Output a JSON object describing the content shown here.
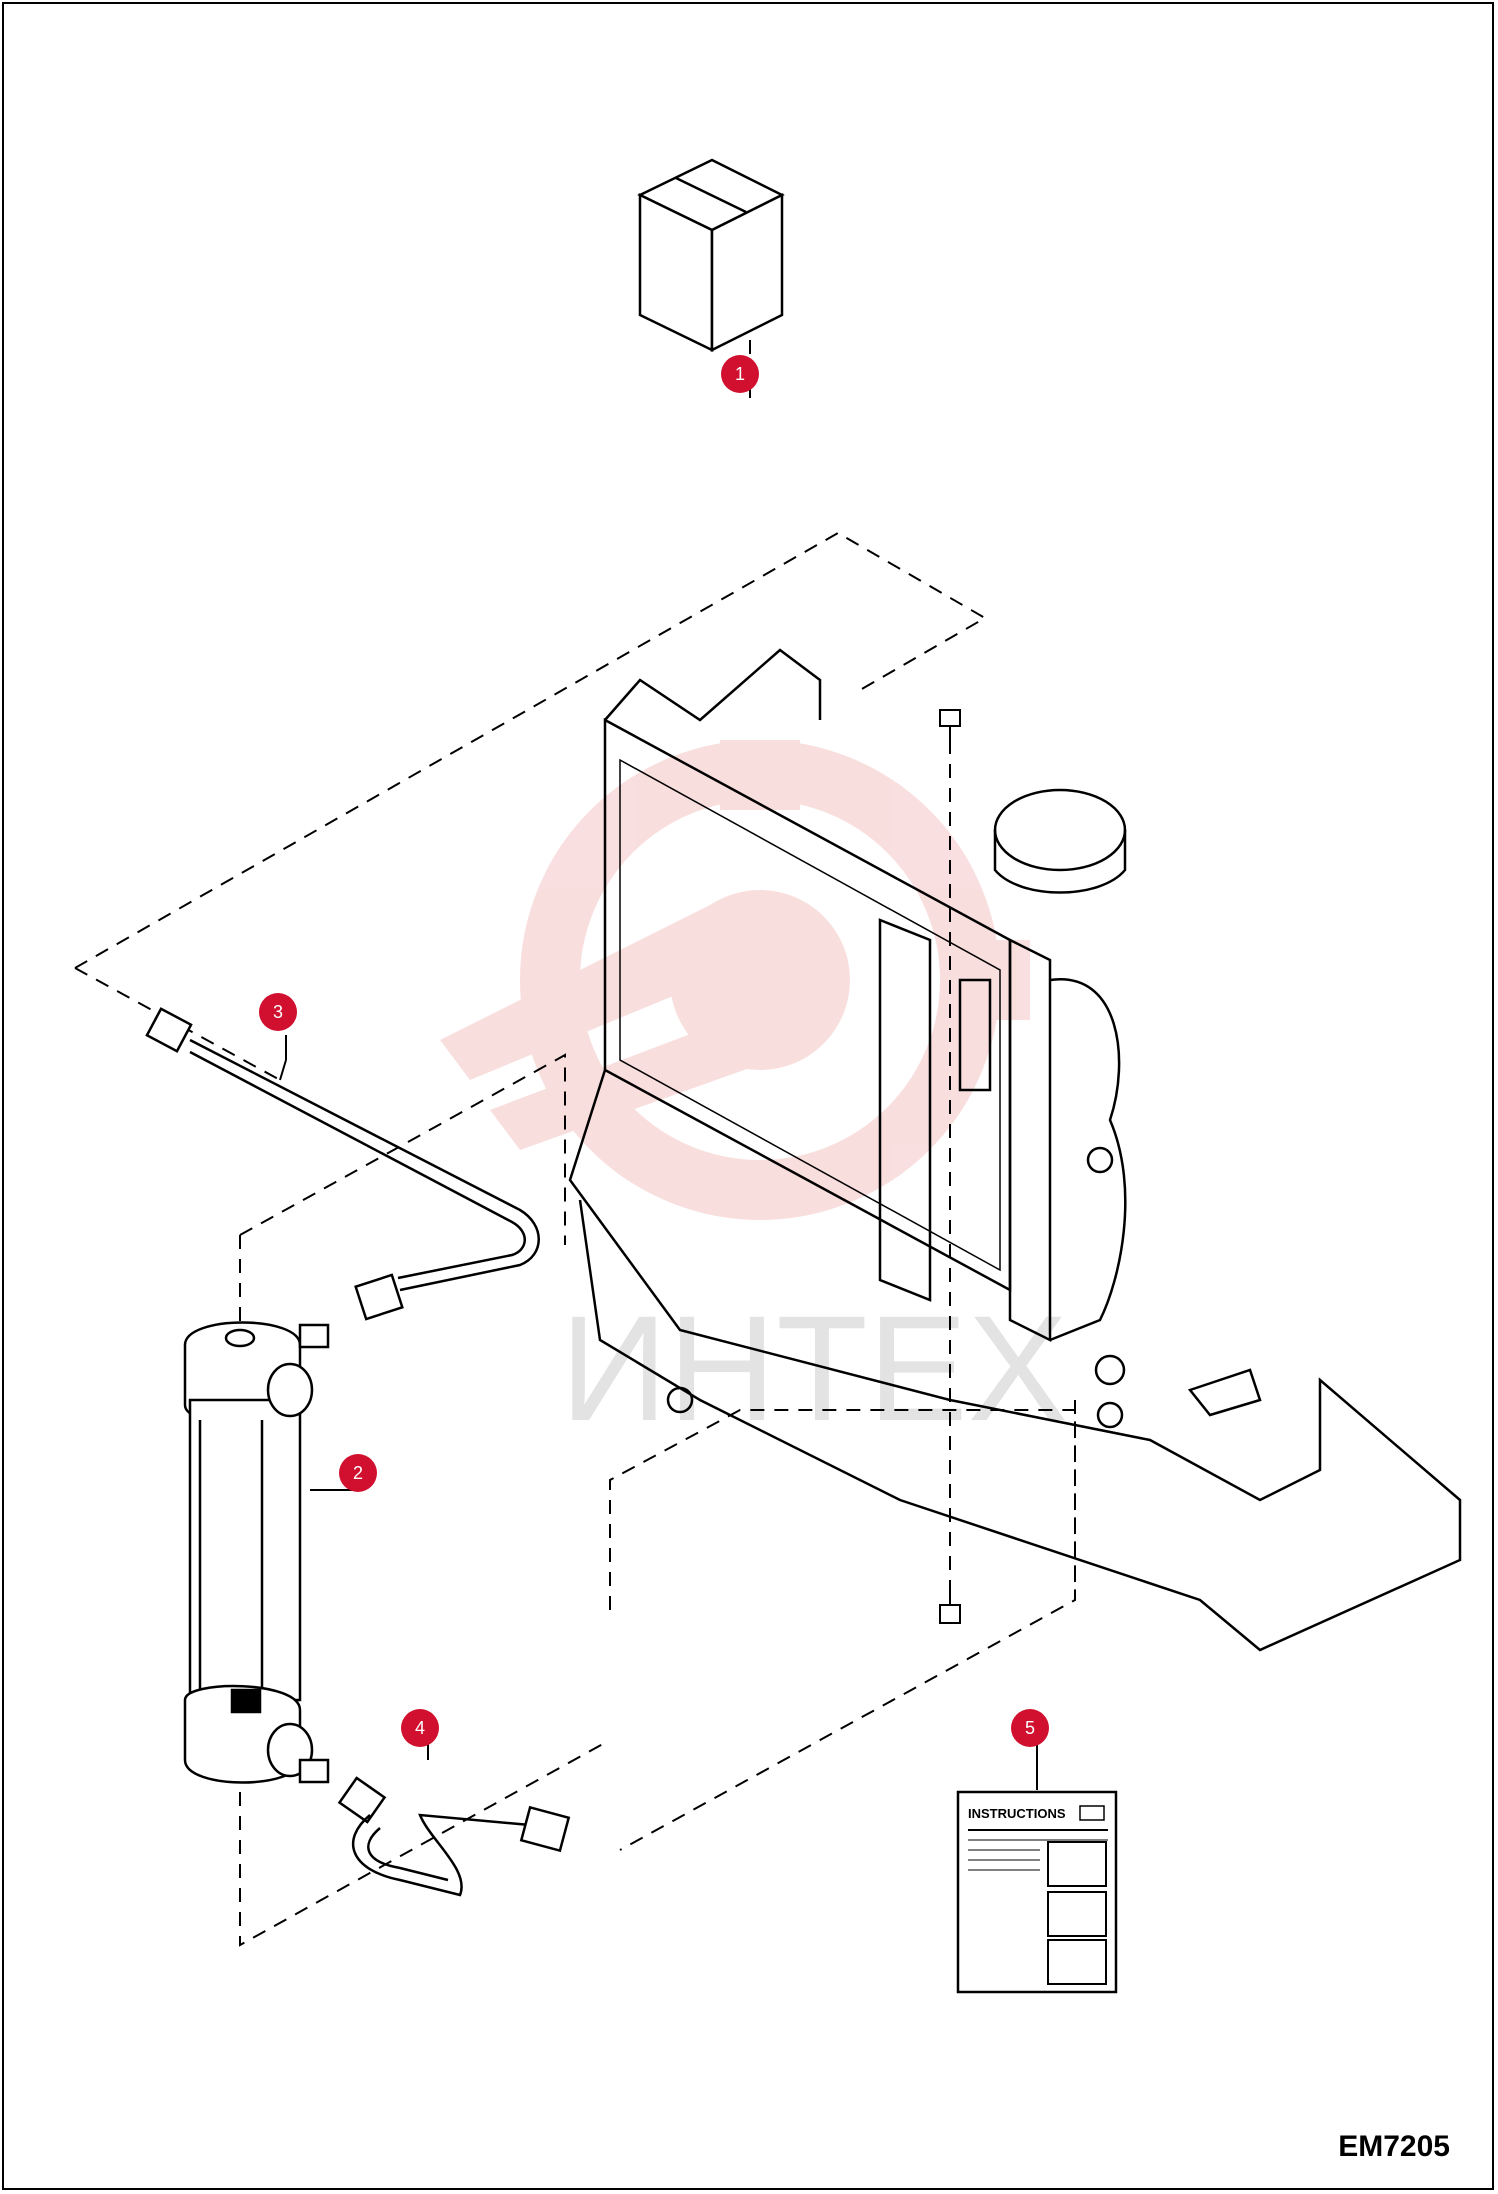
{
  "diagram_code": "EM7205",
  "watermark": {
    "text": "ИНТЕХ",
    "color": "#f2b8b8"
  },
  "callout_color": "#d0102e",
  "callouts": [
    {
      "number": "1",
      "part": "kit-box"
    },
    {
      "number": "2",
      "part": "oil-cooler"
    },
    {
      "number": "3",
      "part": "upper-hose"
    },
    {
      "number": "4",
      "part": "lower-hose"
    },
    {
      "number": "5",
      "part": "instructions-sheet"
    }
  ],
  "instructions": {
    "title": "INSTRUCTIONS"
  }
}
